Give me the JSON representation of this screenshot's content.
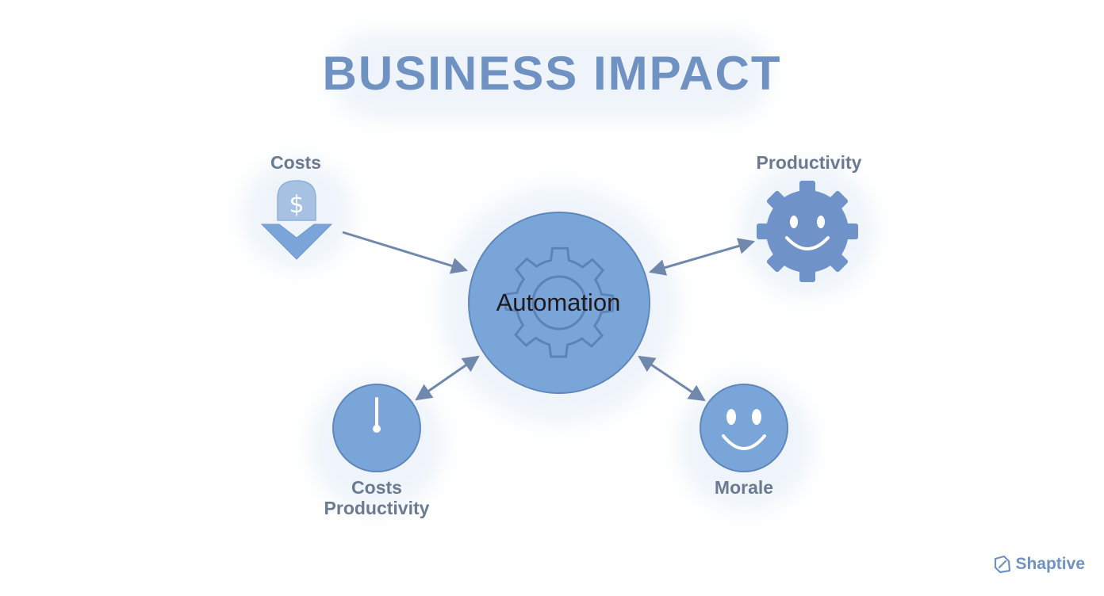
{
  "title": "BUSINESS IMPACT",
  "center": {
    "label": "Automation",
    "icon": "gear-icon"
  },
  "nodes": {
    "costs": {
      "label": "Costs",
      "icon": "dollar-down-icon"
    },
    "productivity": {
      "label": "Productivity",
      "icon": "smiling-gear-icon"
    },
    "costs_productivity": {
      "label_line1": "Costs",
      "label_line2": "Productivity",
      "icon": "gauge-icon"
    },
    "morale": {
      "label": "Morale",
      "icon": "smiley-icon"
    }
  },
  "brand": {
    "name": "Shaptive",
    "icon": "shaptive-logo-icon"
  },
  "colors": {
    "title": "#6f92c2",
    "label": "#6b7a91",
    "circle_fill": "#7aa5d8",
    "circle_stroke": "#5f87bb",
    "gear_stroke": "#5c82b6",
    "arrow": "#7188ad",
    "icon_light": "#a7c1e2",
    "brand": "#6f92c2",
    "glow": "#eef4fa"
  }
}
